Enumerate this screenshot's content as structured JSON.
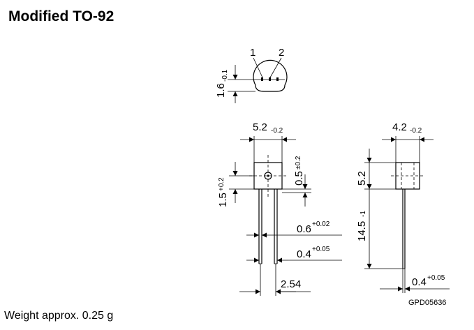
{
  "title": "Modified TO-92",
  "weight": "Weight approx. 0.25 g",
  "drawing_id": "GPD05636",
  "pins": {
    "pin1": "1",
    "pin2": "2"
  },
  "dims": {
    "height_top": {
      "value": "1.6",
      "tol": "-0.1"
    },
    "width_front": {
      "value": "5.2",
      "tol": "-0.2"
    },
    "width_side": {
      "value": "4.2",
      "tol": "-0.2"
    },
    "hole_pos": {
      "value": "1.5",
      "tol": "+0.2"
    },
    "hole_offset": {
      "value": "0.5",
      "tol": "±0.2"
    },
    "lead_width": {
      "value": "0.6",
      "tol": "+0.02"
    },
    "lead_thick": {
      "value": "0.4",
      "tol": "+0.05"
    },
    "pitch": {
      "value": "2.54"
    },
    "body_height": {
      "value": "5.2"
    },
    "lead_length": {
      "value": "14.5",
      "tol": "-1"
    },
    "lead_thick_side": {
      "value": "0.4",
      "tol": "+0.05"
    }
  }
}
